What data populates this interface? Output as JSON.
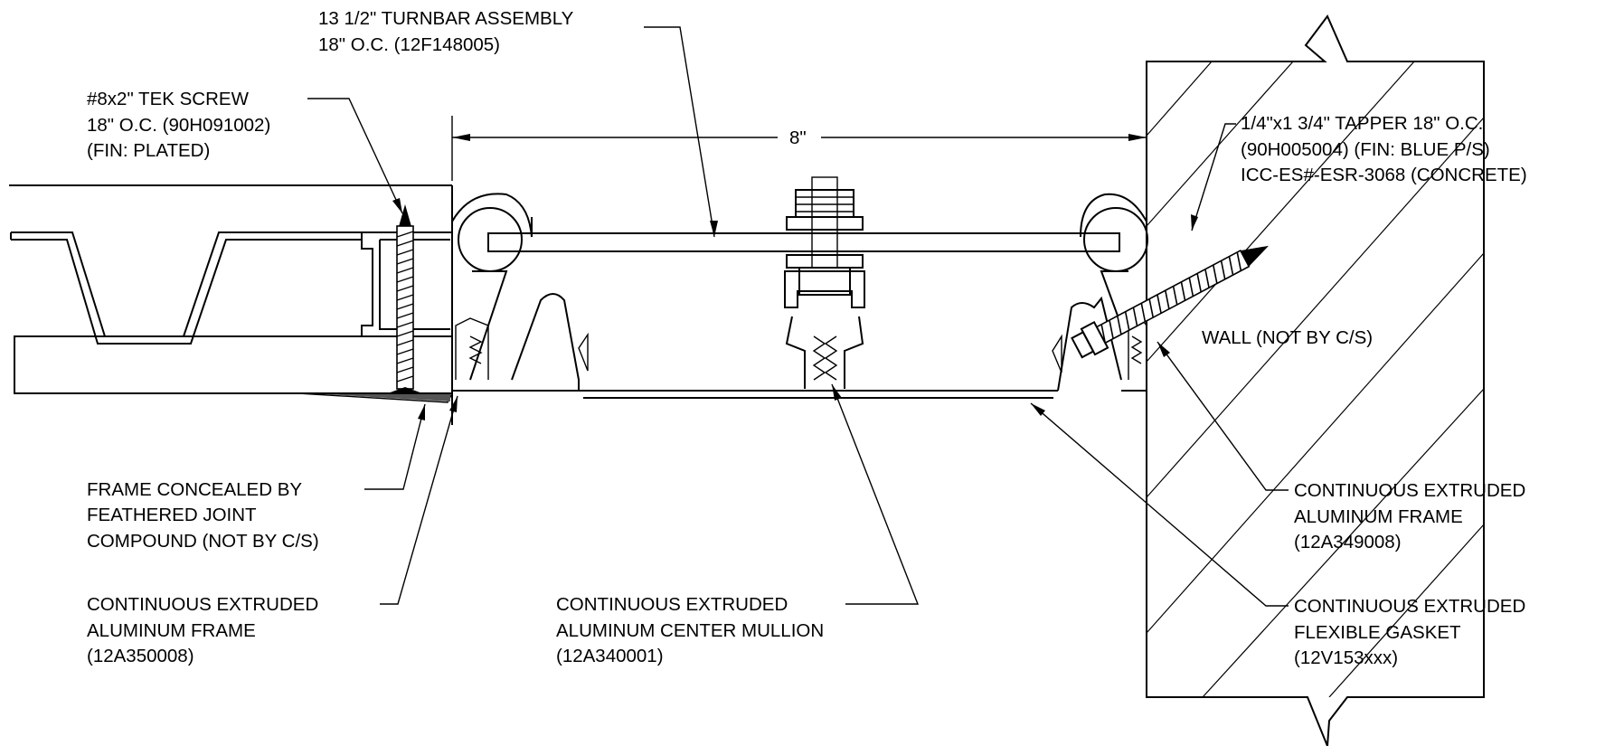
{
  "labels": {
    "turnbar": {
      "line1": "13 1/2\" TURNBAR ASSEMBLY",
      "line2": "18\" O.C. (12F148005)"
    },
    "tek_screw": {
      "line1": "#8x2\" TEK SCREW",
      "line2": "18\" O.C. (90H091002)",
      "line3": "(FIN: PLATED)"
    },
    "tapper": {
      "line1": "1/4\"x1 3/4\" TAPPER 18\" O.C.",
      "line2": "(90H005004) (FIN: BLUE P/S)",
      "line3": "ICC-ES#-ESR-3068 (CONCRETE)"
    },
    "wall": "WALL (NOT BY C/S)",
    "frame_concealed": {
      "line1": "FRAME CONCEALED BY",
      "line2": "FEATHERED JOINT",
      "line3": "COMPOUND (NOT BY C/S)"
    },
    "frame_left": {
      "line1": "CONTINUOUS EXTRUDED",
      "line2": "ALUMINUM FRAME",
      "line3": "(12A350008)"
    },
    "center_mullion": {
      "line1": "CONTINUOUS EXTRUDED",
      "line2": "ALUMINUM CENTER MULLION",
      "line3": "(12A340001)"
    },
    "frame_right": {
      "line1": "CONTINUOUS EXTRUDED",
      "line2": "ALUMINUM FRAME",
      "line3": "(12A349008)"
    },
    "gasket": {
      "line1": "CONTINUOUS EXTRUDED",
      "line2": "FLEXIBLE GASKET",
      "line3": "(12V153xxx)"
    }
  },
  "dimension": {
    "value": "8\""
  }
}
